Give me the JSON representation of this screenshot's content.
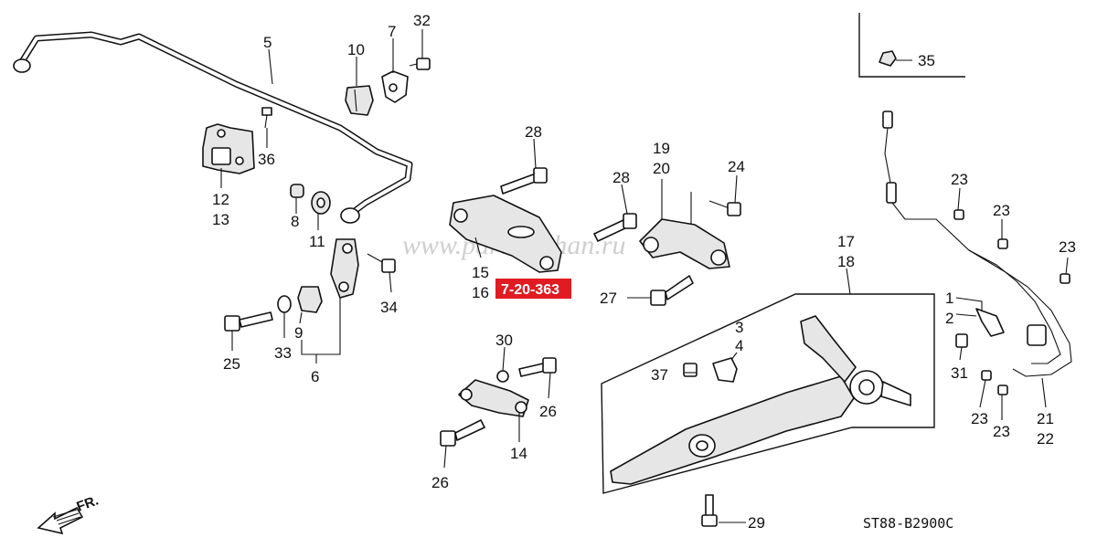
{
  "diagram": {
    "watermark": "www.partsouthan.ru",
    "reference_code": "ST88-B2900C",
    "highlight_code": "7-20-363",
    "direction_label": "FR.",
    "callouts": [
      {
        "id": "c5",
        "text": "5"
      },
      {
        "id": "c10",
        "text": "10"
      },
      {
        "id": "c7",
        "text": "7"
      },
      {
        "id": "c32",
        "text": "32"
      },
      {
        "id": "c35",
        "text": "35"
      },
      {
        "id": "c36",
        "text": "36"
      },
      {
        "id": "c12",
        "text": "12"
      },
      {
        "id": "c13",
        "text": "13"
      },
      {
        "id": "c8",
        "text": "8"
      },
      {
        "id": "c11",
        "text": "11"
      },
      {
        "id": "c34",
        "text": "34"
      },
      {
        "id": "c9",
        "text": "9"
      },
      {
        "id": "c33",
        "text": "33"
      },
      {
        "id": "c25",
        "text": "25"
      },
      {
        "id": "c6",
        "text": "6"
      },
      {
        "id": "c28a",
        "text": "28"
      },
      {
        "id": "c15",
        "text": "15"
      },
      {
        "id": "c16",
        "text": "16"
      },
      {
        "id": "c28b",
        "text": "28"
      },
      {
        "id": "c19",
        "text": "19"
      },
      {
        "id": "c20",
        "text": "20"
      },
      {
        "id": "c24",
        "text": "24"
      },
      {
        "id": "c27",
        "text": "27"
      },
      {
        "id": "c30",
        "text": "30"
      },
      {
        "id": "c26a",
        "text": "26"
      },
      {
        "id": "c14",
        "text": "14"
      },
      {
        "id": "c26b",
        "text": "26"
      },
      {
        "id": "c3",
        "text": "3"
      },
      {
        "id": "c4",
        "text": "4"
      },
      {
        "id": "c37",
        "text": "37"
      },
      {
        "id": "c17",
        "text": "17"
      },
      {
        "id": "c18",
        "text": "18"
      },
      {
        "id": "c29",
        "text": "29"
      },
      {
        "id": "c1",
        "text": "1"
      },
      {
        "id": "c2",
        "text": "2"
      },
      {
        "id": "c31",
        "text": "31"
      },
      {
        "id": "c23a",
        "text": "23"
      },
      {
        "id": "c23b",
        "text": "23"
      },
      {
        "id": "c23c",
        "text": "23"
      },
      {
        "id": "c23d",
        "text": "23"
      },
      {
        "id": "c23e",
        "text": "23"
      },
      {
        "id": "c21",
        "text": "21"
      },
      {
        "id": "c22",
        "text": "22"
      }
    ]
  }
}
